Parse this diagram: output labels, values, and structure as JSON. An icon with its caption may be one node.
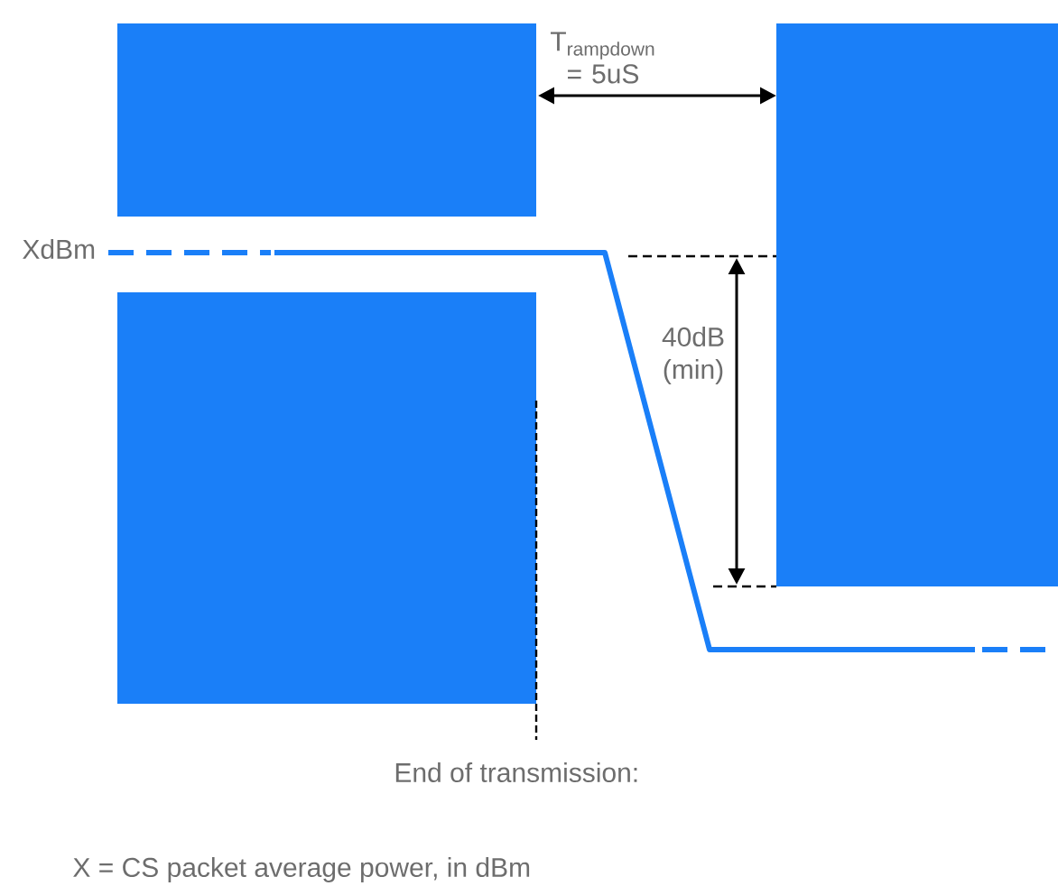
{
  "diagram": {
    "labels": [
      "XdBm",
      "T$_{rampdown}$ = 5uS",
      "40dB (min)",
      "End of transmission:",
      "X = CS packet average power, in dBm"
    ]
  }
}
